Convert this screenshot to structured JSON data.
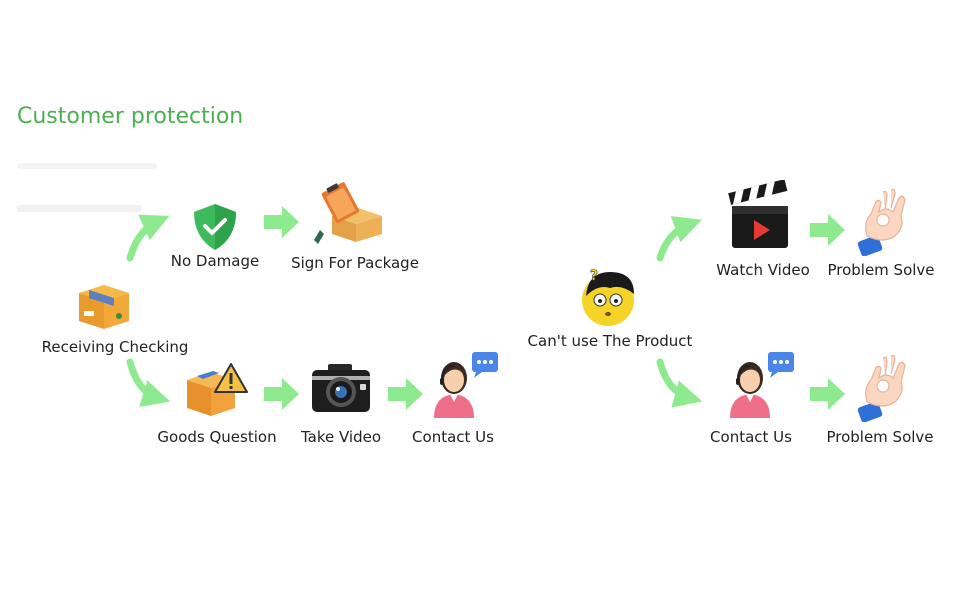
{
  "title": "Customer protection",
  "colors": {
    "title": "#4caf50",
    "arrow": "#8eea8e"
  },
  "nodes": {
    "receiving_checking": {
      "label": "Receiving Checking",
      "icon": "box-icon"
    },
    "no_damage": {
      "label": "No Damage",
      "icon": "shield-check-icon"
    },
    "sign_for_package": {
      "label": "Sign For Package",
      "icon": "clipboard-box-icon"
    },
    "goods_question": {
      "label": "Goods Question",
      "icon": "box-warning-icon"
    },
    "take_video": {
      "label": "Take Video",
      "icon": "camera-icon"
    },
    "contact_us_left": {
      "label": "Contact Us",
      "icon": "support-agent-icon"
    },
    "cant_use_product": {
      "label": "Can't use The Product",
      "icon": "confused-face-icon"
    },
    "watch_video": {
      "label": "Watch Video",
      "icon": "clapperboard-icon"
    },
    "problem_solve_top": {
      "label": "Problem Solve",
      "icon": "ok-hand-icon"
    },
    "contact_us_right": {
      "label": "Contact Us",
      "icon": "support-agent-icon"
    },
    "problem_solve_bottom": {
      "label": "Problem Solve",
      "icon": "ok-hand-icon"
    }
  }
}
